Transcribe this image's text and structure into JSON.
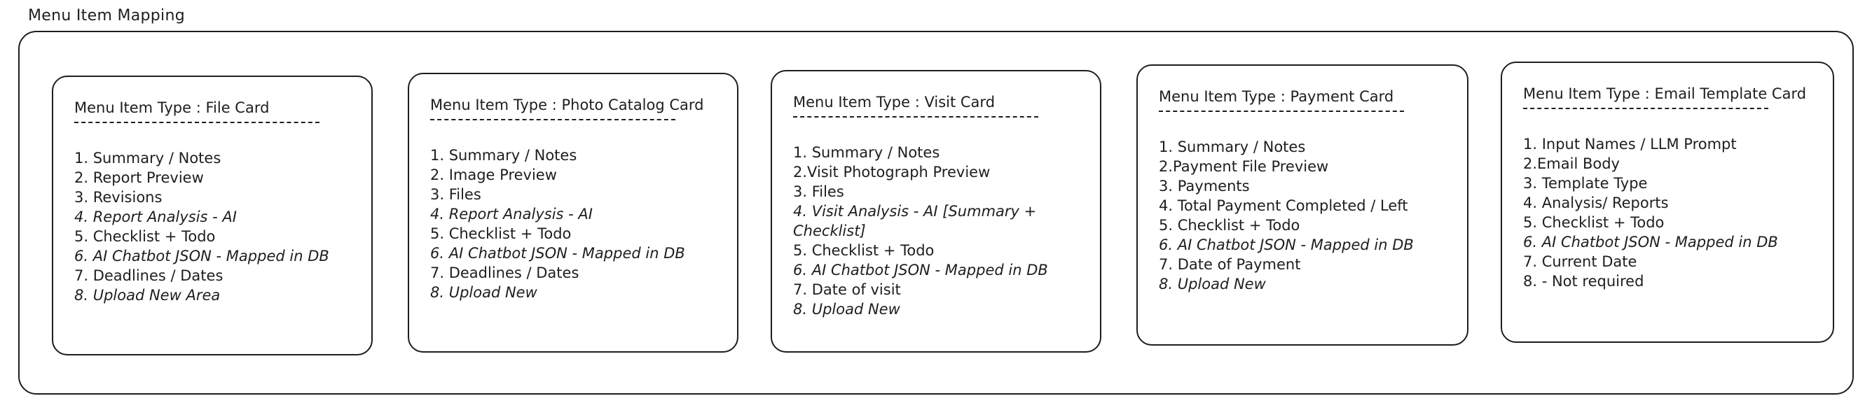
{
  "frame": {
    "title": "Menu Item Mapping"
  },
  "cards": [
    {
      "title": "Menu Item Type : File Card",
      "items": [
        "1. Summary / Notes",
        "2. Report Preview",
        "3. Revisions",
        "4. Report Analysis - AI",
        "5. Checklist + Todo",
        "6. AI Chatbot JSON - Mapped in DB",
        "7. Deadlines / Dates",
        "8. Upload New Area"
      ]
    },
    {
      "title": "Menu Item Type : Photo Catalog Card",
      "items": [
        "1. Summary / Notes",
        "2. Image Preview",
        "3. Files",
        "4. Report Analysis - AI",
        "5. Checklist + Todo",
        "6. AI Chatbot JSON - Mapped in DB",
        "7. Deadlines / Dates",
        "8. Upload New"
      ]
    },
    {
      "title": "Menu Item Type : Visit Card",
      "items": [
        "1. Summary / Notes",
        "2.Visit Photograph Preview",
        "3. Files",
        "4. Visit Analysis - AI [Summary + Checklist]",
        "5. Checklist + Todo",
        "6. AI Chatbot JSON - Mapped in DB",
        "7. Date of visit",
        "8. Upload New"
      ]
    },
    {
      "title": "Menu Item Type : Payment Card",
      "items": [
        "1. Summary / Notes",
        "2.Payment File Preview",
        "3. Payments",
        "4. Total Payment Completed / Left",
        "5. Checklist + Todo",
        "6. AI Chatbot JSON - Mapped in DB",
        "7. Date of Payment",
        "8. Upload New"
      ]
    },
    {
      "title": "Menu Item Type : Email Template Card",
      "items": [
        "1. Input Names / LLM Prompt",
        "2.Email Body",
        "3. Template Type",
        "4. Analysis/ Reports",
        "5. Checklist + Todo",
        "6. AI Chatbot JSON - Mapped in DB",
        "7. Current Date",
        "8. - Not required"
      ]
    }
  ]
}
